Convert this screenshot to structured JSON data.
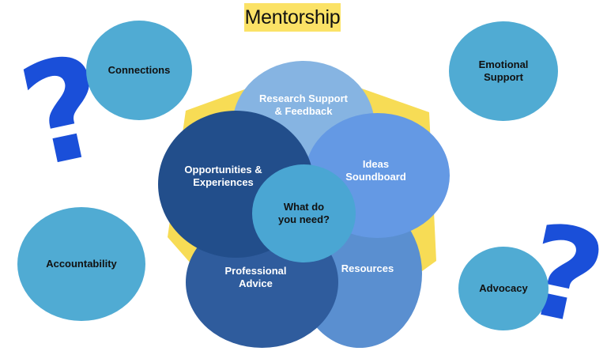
{
  "title": "Mentorship",
  "colors": {
    "title_highlight": "#fbe266",
    "pentagon": "#f7dc55",
    "outer_circle": "#50abd3",
    "question_mark": "#1a4fd9"
  },
  "icons": [
    "question-mark-icon",
    "question-mark-icon"
  ],
  "question_mark_glyph": "?",
  "center": "What do\nyou need?",
  "inner": {
    "research": "Research Support\n& Feedback",
    "ideas": "Ideas\nSoundboard",
    "resources": "Resources",
    "professional": "Professional\nAdvice",
    "opportunities": "Opportunities &\nExperiences"
  },
  "outer": {
    "connections": "Connections",
    "emotional": "Emotional\nSupport",
    "accountability": "Accountability",
    "advocacy": "Advocacy"
  }
}
